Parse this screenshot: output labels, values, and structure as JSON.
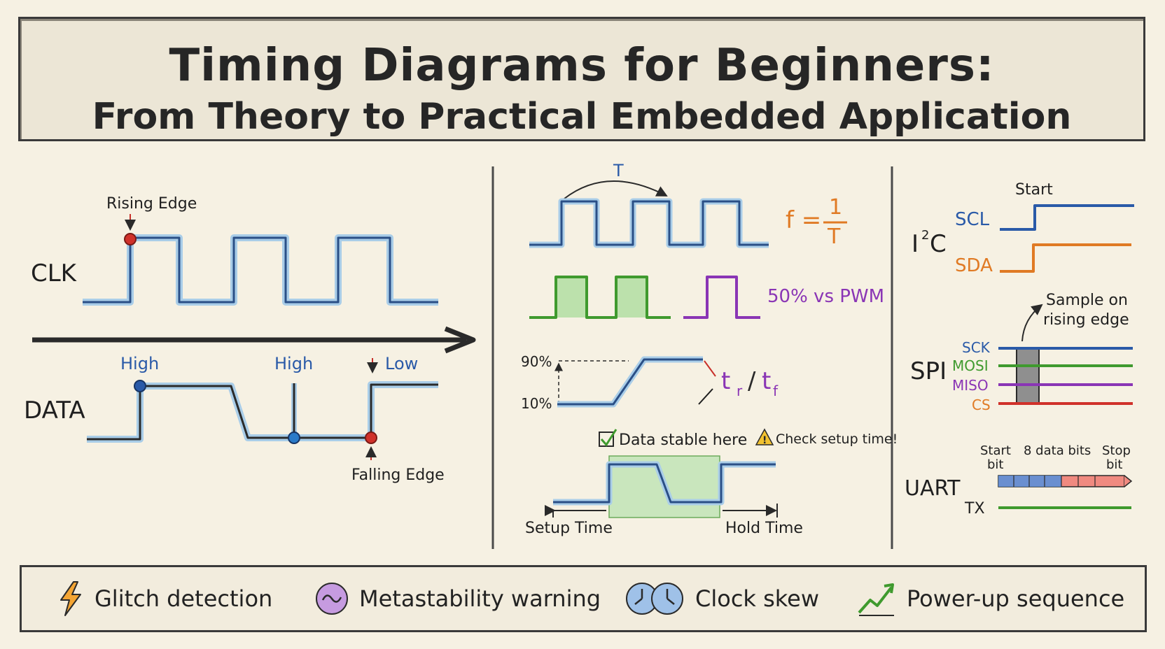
{
  "title": {
    "line1": "Timing Diagrams for Beginners:",
    "line2": "From Theory to Practical Embedded Application"
  },
  "left_panel": {
    "clk_label": "CLK",
    "data_label": "DATA",
    "rising_edge": "Rising Edge",
    "falling_edge": "Falling Edge",
    "high1": "High",
    "high2": "High",
    "low": "Low"
  },
  "middle_panel": {
    "period_label": "T",
    "freq_f": "f =",
    "freq_num": "1",
    "freq_den": "T",
    "pwm_label": "50% vs PWM",
    "pct90": "90%",
    "pct10": "10%",
    "tr": "t",
    "tr_sub": "r",
    "slash": "/",
    "tf": "t",
    "tf_sub": "f",
    "data_stable": "Data stable here",
    "check_setup": "Check setup time!",
    "setup_time": "Setup Time",
    "hold_time": "Hold Time"
  },
  "right_panel": {
    "i2c_label": "I",
    "i2c_sup": "2",
    "i2c_c": "C",
    "start": "Start",
    "scl": "SCL",
    "sda": "SDA",
    "sample_on": "Sample on",
    "rising_edge": "rising edge",
    "spi_label": "SPI",
    "sck": "SCK",
    "mosi": "MOSI",
    "miso": "MISO",
    "cs": "CS",
    "start_bit1": "Start",
    "start_bit2": "bit",
    "data_bits": "8 data bits",
    "stop_bit1": "Stop",
    "stop_bit2": "bit",
    "uart_label": "UART",
    "tx": "TX"
  },
  "footer": {
    "glitch": "Glitch detection",
    "glitch_icon": "lightning-icon",
    "meta": "Metastability warning",
    "meta_icon": "wave-circle-icon",
    "skew": "Clock skew",
    "skew_icon": "clocks-icon",
    "power": "Power-up sequence",
    "power_icon": "rising-arrow-icon"
  },
  "colors": {
    "blue": "#2a5aa8",
    "green": "#3f9a2e",
    "purple": "#8a35b5",
    "orange": "#e07a24",
    "red": "#c8302a"
  }
}
